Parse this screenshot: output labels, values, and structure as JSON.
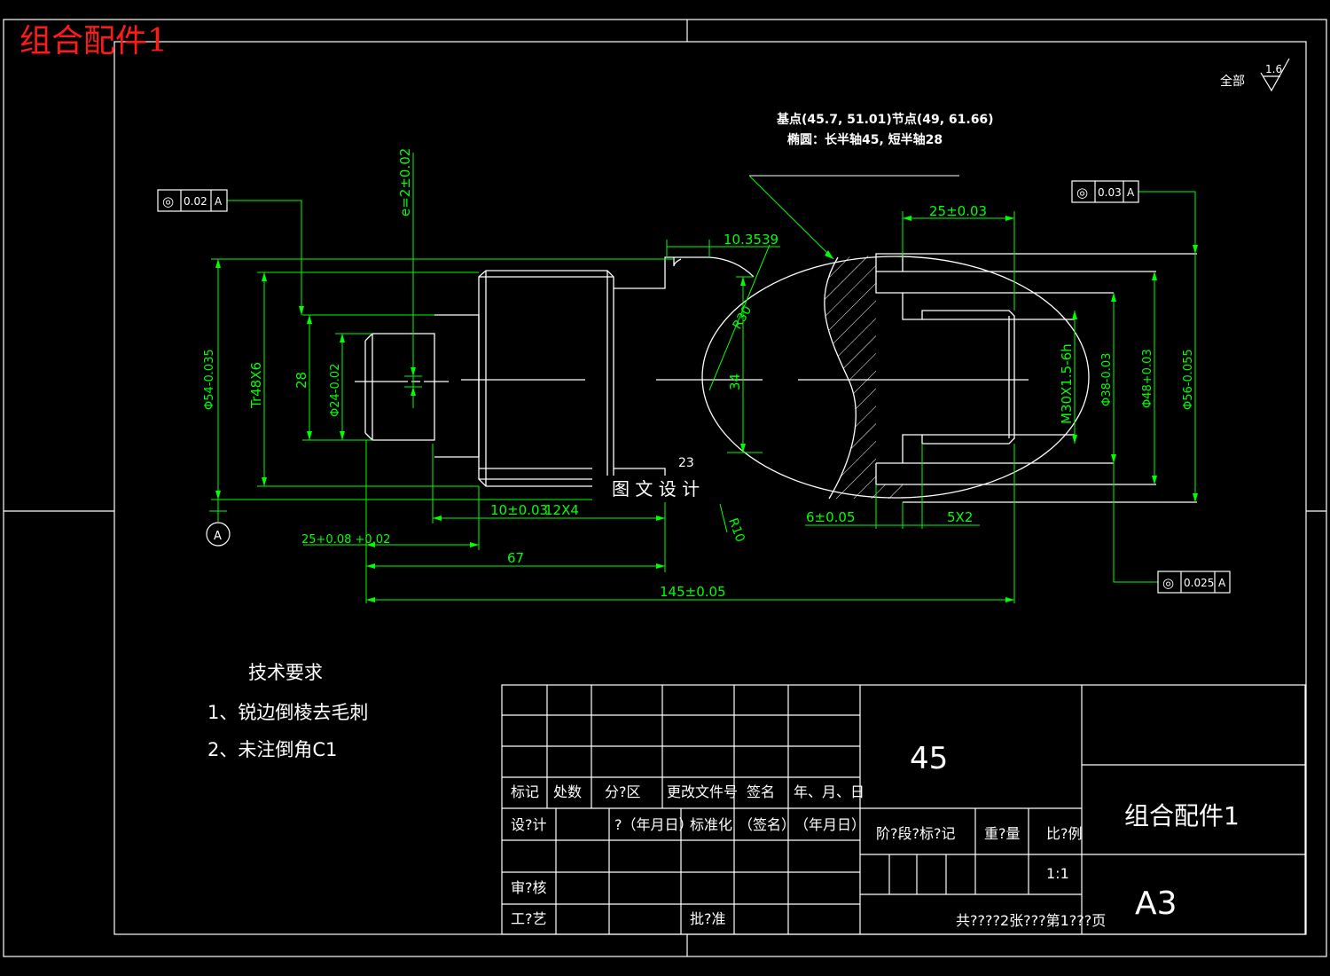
{
  "window": {
    "title": "组合配件1"
  },
  "drawing": {
    "roughness": {
      "prefix": "全部",
      "value": "1.6"
    },
    "note_top": "基点(45.7, 51.01)节点(49, 61.66)",
    "note_ellipse": "椭圆：长半轴45, 短半轴28",
    "watermark": "图 文 设 计",
    "datum": "A",
    "dims": {
      "e": "e=2±0.02",
      "d_10_3539": "10.3539",
      "d_25_003": "25±0.03",
      "d_r30": "R30",
      "d_34": "34",
      "d_23": "23",
      "d_r10": "R10",
      "d_phi54": "Φ54-0.035",
      "d_tr48": "Tr48X6",
      "d_28": "28",
      "d_phi24": "Φ24-0.02",
      "d_25_008": "25+0.08 +0.02",
      "d_10_0031": "10±0.03",
      "d_12x4": "12X4",
      "d_67": "67",
      "d_145": "145±0.05",
      "d_6": "6±0.05",
      "d_5x2": "5X2",
      "d_m30": "M30X1.5-6h",
      "d_phi38": "Φ38-0.03",
      "d_phi48": "Φ48+0.03",
      "d_phi56": "Φ56-0.055"
    },
    "tolerance_frames": [
      {
        "symbol": "◎",
        "value": "0.02",
        "datum": "A"
      },
      {
        "symbol": "◎",
        "value": "0.03",
        "datum": "A"
      },
      {
        "symbol": "◎",
        "value": "0.025",
        "datum": "A"
      }
    ],
    "tech_requirements": {
      "title": "技术要求",
      "items": [
        "1、锐边倒棱去毛刺",
        "2、未注倒角C1"
      ]
    }
  },
  "title_block": {
    "material": "45",
    "part_name": "组合配件1",
    "sheet_size": "A3",
    "headers": [
      "标记",
      "处数",
      "分?区",
      "更改文件号",
      "签名",
      "年、月、日"
    ],
    "row_design": [
      "设?计",
      "?（年月日）",
      "标准化",
      "（签名）",
      "（年月日）"
    ],
    "row_review": "审?核",
    "row_process": "工?艺",
    "approve": "批?准",
    "stage_label": "阶?段?标?记",
    "weight_label": "重?量",
    "scale_label": "比?例",
    "scale_value": "1:1",
    "sheets": "共????2张???第1???页"
  }
}
